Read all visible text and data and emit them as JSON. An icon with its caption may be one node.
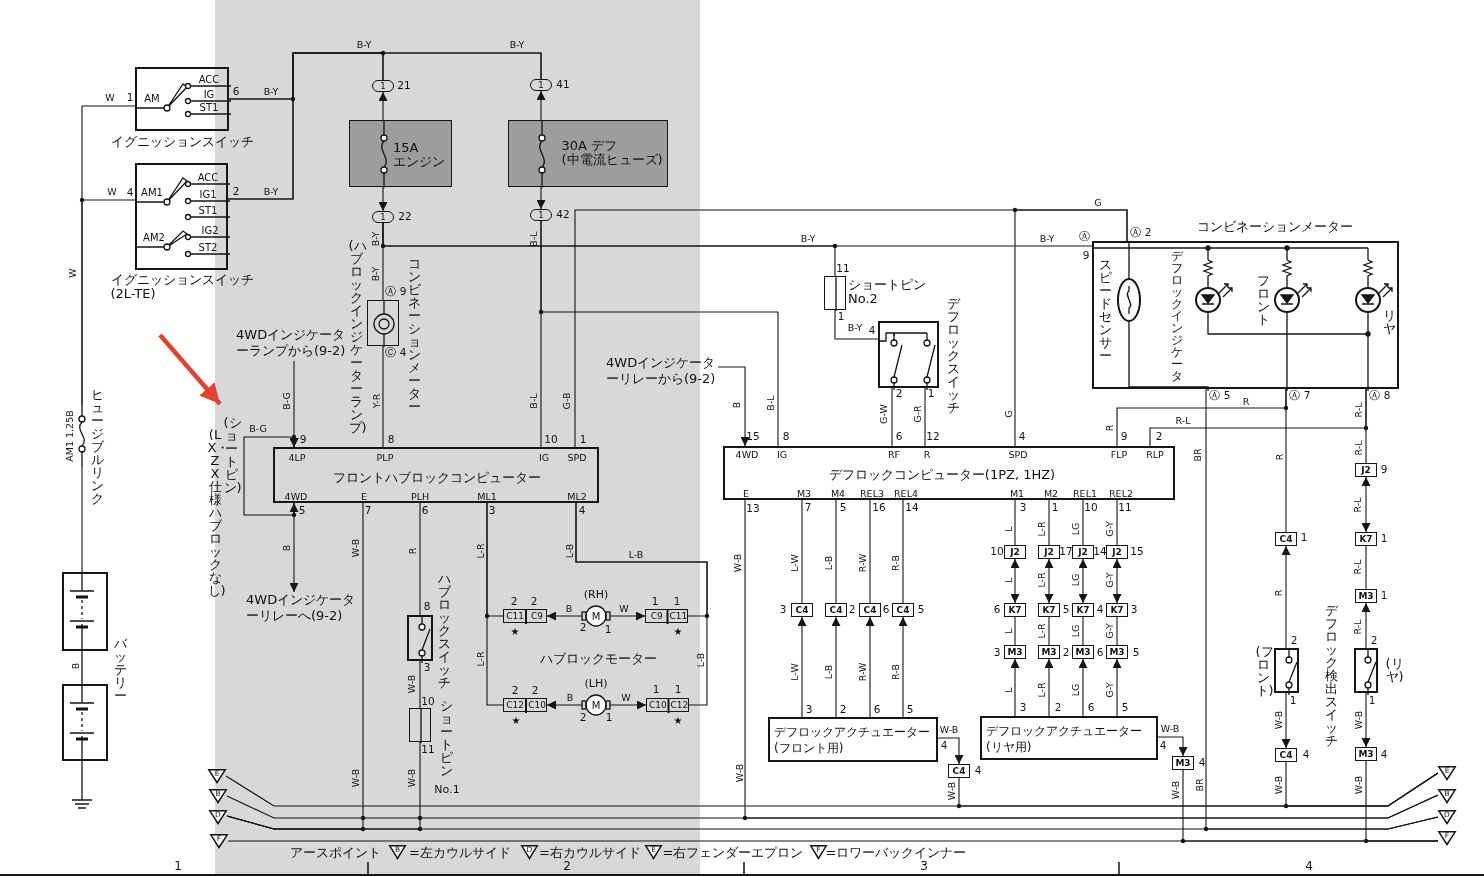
{
  "diagram": {
    "nodes": [
      {
        "text": [
          "AM",
          "ACC",
          "IG",
          "ST1"
        ],
        "beside": [
          "イグニッションスイッチ"
        ]
      },
      {
        "text": [
          "AM1",
          "ACC",
          "IG1",
          "ST1",
          "AM2",
          "IG2",
          "ST2"
        ],
        "beside": [
          "イグニッションスイッチ (2L-TE)"
        ]
      },
      {
        "text": [
          "AM1 1.25B"
        ],
        "beside": [
          "ヒュージブルリンク"
        ]
      },
      {
        "text": [],
        "shape": "battery",
        "beside": [
          "バッテリー"
        ]
      },
      {
        "text": [
          "1"
        ],
        "beside": [
          "21"
        ]
      },
      {
        "text": [
          "15A エンジン"
        ]
      },
      {
        "text": [
          "1"
        ],
        "beside": [
          "22"
        ]
      },
      {
        "text": [
          "1"
        ],
        "beside": [
          "41"
        ]
      },
      {
        "text": [
          "30A デフ (中電流ヒューズ)"
        ]
      },
      {
        "text": [
          "1"
        ],
        "beside": [
          "42"
        ]
      },
      {
        "text": [],
        "shape": "lamp",
        "beside": [
          "コンビネーションメーター",
          "(ハブロックインジケーターランプ)"
        ]
      },
      {
        "text": [
          "4LP",
          "PLP",
          "IG",
          "SPD",
          "フロントハブロックコンピューター",
          "4WD",
          "E",
          "PLH",
          "ML1",
          "ML2"
        ]
      },
      {
        "text": [
          "4WDインジケーターランプから(9-2)"
        ]
      },
      {
        "text": [
          "(LX・ZX仕様ハブロックなし)",
          "(ショートピン)"
        ]
      },
      {
        "text": [
          "4WDインジケーターリレーへ(9-2)"
        ]
      },
      {
        "text": [],
        "shape": "switch",
        "beside": [
          "ハブロックスイッチ"
        ]
      },
      {
        "text": [],
        "shape": "box",
        "beside": [
          "ショートピン",
          "No.1"
        ]
      },
      {
        "text": [
          "C11",
          "C9"
        ],
        "beside": [
          "2",
          "2",
          "★"
        ]
      },
      {
        "text": [
          "M"
        ],
        "beside": [
          "(RH)"
        ]
      },
      {
        "text": [
          "C9",
          "C11"
        ],
        "beside": [
          "1",
          "1",
          "★"
        ]
      },
      {
        "text": [
          "C12",
          "C10"
        ],
        "beside": [
          "2",
          "2",
          "★"
        ]
      },
      {
        "text": [
          "M"
        ],
        "beside": [
          "(LH)"
        ]
      },
      {
        "text": [
          "C10",
          "C12"
        ],
        "beside": [
          "1",
          "1",
          "★"
        ]
      },
      {
        "text": [
          "4WDインジケーターリレーから(9-2)"
        ]
      },
      {
        "text": [],
        "shape": "box",
        "beside": [
          "ショートピン No.2"
        ]
      },
      {
        "text": [],
        "shape": "switch",
        "beside": [
          "デフロックスイッチ"
        ]
      },
      {
        "text": [
          "4WD",
          "IG",
          "RF",
          "R",
          "SPD",
          "FLP",
          "RLP",
          "デフロックコンピューター(1PZ, 1HZ)",
          "E",
          "M3",
          "M4",
          "REL3",
          "REL4",
          "M1",
          "M2",
          "REL1",
          "REL2"
        ]
      },
      {
        "text": [],
        "shape": "box",
        "beside": [
          "コンビネーションメーター"
        ]
      },
      {
        "text": [
          "C4"
        ]
      },
      {
        "text": [
          "C4"
        ]
      },
      {
        "text": [
          "C4"
        ]
      },
      {
        "text": [
          "C4"
        ]
      },
      {
        "text": [
          "デフロックアクチュエーター (フロント用)"
        ]
      },
      {
        "text": [
          "C4"
        ]
      },
      {
        "text": [
          "J2"
        ]
      },
      {
        "text": [
          "J2"
        ]
      },
      {
        "text": [
          "J2"
        ]
      },
      {
        "text": [
          "J2"
        ]
      },
      {
        "text": [
          "K7"
        ]
      },
      {
        "text": [
          "K7"
        ]
      },
      {
        "text": [
          "K7"
        ]
      },
      {
        "text": [
          "K7"
        ]
      },
      {
        "text": [
          "M3"
        ]
      },
      {
        "text": [
          "M3"
        ]
      },
      {
        "text": [
          "M3"
        ]
      },
      {
        "text": [
          "M3"
        ]
      },
      {
        "text": [
          "デフロックアクチュエーター (リヤ用)"
        ]
      },
      {
        "text": [
          "M3"
        ]
      },
      {
        "text": [
          "C4"
        ]
      },
      {
        "text": [],
        "shape": "switch",
        "beside": [
          "(フロント)"
        ]
      },
      {
        "text": [
          "C4"
        ]
      },
      {
        "text": [
          "J2"
        ]
      },
      {
        "text": [
          "K7"
        ]
      },
      {
        "text": [
          "M3"
        ]
      },
      {
        "text": [],
        "shape": "switch",
        "beside": [
          "(リヤ)"
        ]
      },
      {
        "text": [
          "M3"
        ]
      },
      {
        "text": [
          "E"
        ]
      },
      {
        "text": [
          "B"
        ]
      },
      {
        "text": [
          "D"
        ]
      },
      {
        "text": [
          "F"
        ]
      },
      {
        "text": [
          "E"
        ]
      },
      {
        "text": [
          "B"
        ]
      },
      {
        "text": [
          "D"
        ]
      },
      {
        "text": [
          "F"
        ]
      },
      {
        "text": [
          "B"
        ]
      },
      {
        "text": [
          "D"
        ]
      },
      {
        "text": [
          "E"
        ]
      },
      {
        "text": [
          "F"
        ]
      }
    ],
    "edges": [
      {
        "from": 2,
        "to": 0,
        "arrow": "none"
      },
      {
        "from": 2,
        "to": 1,
        "arrow": "none"
      },
      {
        "from": 2,
        "to": 3,
        "arrow": "none"
      },
      {
        "from": 0,
        "to": 4,
        "arrow": "none"
      },
      {
        "from": 1,
        "to": 4,
        "arrow": "none"
      },
      {
        "from": 0,
        "to": 7,
        "arrow": "none"
      },
      {
        "from": 1,
        "to": 7,
        "arrow": "none"
      },
      {
        "from": 5,
        "to": 4,
        "arrow": "to"
      },
      {
        "from": 5,
        "to": 6,
        "arrow": "to"
      },
      {
        "from": 8,
        "to": 7,
        "arrow": "to"
      },
      {
        "from": 8,
        "to": 9,
        "arrow": "to"
      },
      {
        "from": 6,
        "to": 10,
        "arrow": "none"
      },
      {
        "from": 6,
        "to": 27,
        "arrow": "none"
      },
      {
        "from": 6,
        "to": 24,
        "arrow": "none"
      },
      {
        "from": 10,
        "to": 11,
        "arrow": "none"
      },
      {
        "from": 9,
        "to": 11,
        "arrow": "none"
      },
      {
        "from": 9,
        "to": 26,
        "arrow": "none"
      },
      {
        "from": 27,
        "to": 11,
        "arrow": "none"
      },
      {
        "from": 27,
        "to": 26,
        "arrow": "none"
      },
      {
        "from": 12,
        "to": 11,
        "arrow": "to"
      },
      {
        "from": 11,
        "to": 14,
        "arrow": "to"
      },
      {
        "from": 11,
        "to": 15,
        "arrow": "none"
      },
      {
        "from": 15,
        "to": 16,
        "arrow": "none"
      },
      {
        "from": 16,
        "to": 58,
        "arrow": "none"
      },
      {
        "from": 11,
        "to": 58,
        "arrow": "none"
      },
      {
        "from": 11,
        "to": 17,
        "arrow": "none"
      },
      {
        "from": 11,
        "to": 20,
        "arrow": "none"
      },
      {
        "from": 18,
        "to": 17,
        "arrow": "to"
      },
      {
        "from": 18,
        "to": 19,
        "arrow": "to"
      },
      {
        "from": 21,
        "to": 20,
        "arrow": "to"
      },
      {
        "from": 21,
        "to": 22,
        "arrow": "to"
      },
      {
        "from": 11,
        "to": 19,
        "arrow": "none"
      },
      {
        "from": 11,
        "to": 22,
        "arrow": "none"
      },
      {
        "from": 23,
        "to": 26,
        "arrow": "to"
      },
      {
        "from": 24,
        "to": 25,
        "arrow": "none"
      },
      {
        "from": 25,
        "to": 26,
        "arrow": "none"
      },
      {
        "from": 25,
        "to": 26,
        "arrow": "none"
      },
      {
        "from": 27,
        "to": 62,
        "arrow": "none"
      },
      {
        "from": 27,
        "to": 26,
        "arrow": "none"
      },
      {
        "from": 27,
        "to": 48,
        "arrow": "none"
      },
      {
        "from": 27,
        "to": 26,
        "arrow": "none"
      },
      {
        "from": 27,
        "to": 51,
        "arrow": "none"
      },
      {
        "from": 49,
        "to": 48,
        "arrow": "to"
      },
      {
        "from": 49,
        "to": 50,
        "arrow": "to"
      },
      {
        "from": 50,
        "to": 60,
        "arrow": "none"
      },
      {
        "from": 51,
        "to": 52,
        "arrow": "both"
      },
      {
        "from": 52,
        "to": 53,
        "arrow": "none"
      },
      {
        "from": 54,
        "to": 53,
        "arrow": "to"
      },
      {
        "from": 54,
        "to": 55,
        "arrow": "to"
      },
      {
        "from": 55,
        "to": 63,
        "arrow": "none"
      },
      {
        "from": 26,
        "to": 61,
        "arrow": "none"
      },
      {
        "from": 26,
        "to": 28,
        "arrow": "none"
      },
      {
        "from": 26,
        "to": 29,
        "arrow": "none"
      },
      {
        "from": 26,
        "to": 30,
        "arrow": "none"
      },
      {
        "from": 26,
        "to": 31,
        "arrow": "none"
      },
      {
        "from": 32,
        "to": 28,
        "arrow": "to"
      },
      {
        "from": 32,
        "to": 29,
        "arrow": "to"
      },
      {
        "from": 32,
        "to": 30,
        "arrow": "to"
      },
      {
        "from": 32,
        "to": 31,
        "arrow": "to"
      },
      {
        "from": 32,
        "to": 33,
        "arrow": "to"
      },
      {
        "from": 33,
        "to": 60,
        "arrow": "none"
      },
      {
        "from": 26,
        "to": 34,
        "arrow": "none"
      },
      {
        "from": 26,
        "to": 35,
        "arrow": "none"
      },
      {
        "from": 26,
        "to": 36,
        "arrow": "none"
      },
      {
        "from": 26,
        "to": 37,
        "arrow": "none"
      },
      {
        "from": 34,
        "to": 38,
        "arrow": "both"
      },
      {
        "from": 35,
        "to": 39,
        "arrow": "both"
      },
      {
        "from": 36,
        "to": 40,
        "arrow": "both"
      },
      {
        "from": 37,
        "to": 41,
        "arrow": "both"
      },
      {
        "from": 38,
        "to": 42,
        "arrow": "none"
      },
      {
        "from": 39,
        "to": 43,
        "arrow": "none"
      },
      {
        "from": 40,
        "to": 44,
        "arrow": "none"
      },
      {
        "from": 41,
        "to": 45,
        "arrow": "none"
      },
      {
        "from": 46,
        "to": 42,
        "arrow": "to"
      },
      {
        "from": 46,
        "to": 43,
        "arrow": "to"
      },
      {
        "from": 46,
        "to": 44,
        "arrow": "to"
      },
      {
        "from": 46,
        "to": 45,
        "arrow": "to"
      },
      {
        "from": 46,
        "to": 47,
        "arrow": "to"
      },
      {
        "from": 47,
        "to": 63,
        "arrow": "none"
      },
      {
        "from": 56,
        "to": 60,
        "arrow": "none"
      },
      {
        "from": 57,
        "to": 61,
        "arrow": "none"
      },
      {
        "from": 58,
        "to": 62,
        "arrow": "none"
      },
      {
        "from": 59,
        "to": 63,
        "arrow": "none"
      },
      {
        "from": null,
        "to": 13,
        "arrow": "to",
        "style": "thick",
        "color": "#e0432f"
      },
      {
        "from": 11,
        "to": 11,
        "arrow": "both"
      }
    ],
    "labels": [
      "W",
      "1",
      "6",
      "B-Y",
      "W",
      "4",
      "2",
      "B-Y",
      "W",
      "B-Y",
      "B-Y",
      "B-Y",
      "B-L",
      "B-Y",
      "Ⓐ 9",
      "Ⓒ 4",
      "B-G",
      "Y-R",
      "B-L",
      "G-B",
      "B-G",
      "9",
      "8",
      "10",
      "1",
      "5",
      "7",
      "6",
      "3",
      "4",
      "B",
      "W-B",
      "R",
      "L-R",
      "L-B",
      "L-B",
      "B",
      "W",
      "2",
      "1",
      "L-R",
      "ハブロックモーター",
      "L-B",
      "B",
      "W",
      "2",
      "1",
      "8",
      "3",
      "W-B",
      "10",
      "11",
      "W-B",
      "W-B",
      "B",
      "B-Y",
      "B-Y",
      "11",
      "1",
      "B-Y",
      "4",
      "2",
      "1",
      "G-W",
      "G-R",
      "6",
      "12",
      "G",
      "G",
      "4",
      "B",
      "15",
      "B-L",
      "8",
      "Ⓐ",
      "Ⓐ 2",
      "9",
      "スピードセンサー",
      "デフロックインジケータ",
      "フロント",
      "リヤ",
      "Ⓐ 5",
      "Ⓐ 7",
      "Ⓐ 8",
      "R",
      "R",
      "R-L",
      "9",
      "2",
      "R-L",
      "R-L",
      "BR",
      "R",
      "13",
      "7",
      "5",
      "16",
      "14",
      "3",
      "1",
      "10",
      "11",
      "W-B",
      "L-W",
      "L-B",
      "R-W",
      "R-B",
      "3",
      "2",
      "6",
      "5",
      "L-W",
      "L-B",
      "R-W",
      "R-B",
      "3",
      "2",
      "6",
      "5",
      "W-B",
      "4",
      "4",
      "W-B",
      "W-B",
      "L",
      "L-R",
      "LG",
      "G-Y",
      "10",
      "17",
      "14",
      "15",
      "L",
      "L-R",
      "LG",
      "G-Y",
      "6",
      "5",
      "4",
      "3",
      "L",
      "L-R",
      "LG",
      "G-Y",
      "3",
      "2",
      "6",
      "5",
      "L",
      "L-R",
      "LG",
      "G-Y",
      "3",
      "2",
      "6",
      "5",
      "W-B",
      "4",
      "4",
      "W-B",
      "BR",
      "1",
      "R",
      "2",
      "1",
      "W-B",
      "4",
      "W-B",
      "デフロック検出スイッチ",
      "9",
      "R-L",
      "1",
      "R-L",
      "1",
      "R-L",
      "2",
      "1",
      "W-B",
      "4",
      "W-B",
      "アースポイント",
      "=左カウルサイド",
      "=右カウルサイド",
      "=右フェンダーエプロン",
      "=ロワーバックインナー",
      "1",
      "2",
      "3",
      "4"
    ]
  }
}
